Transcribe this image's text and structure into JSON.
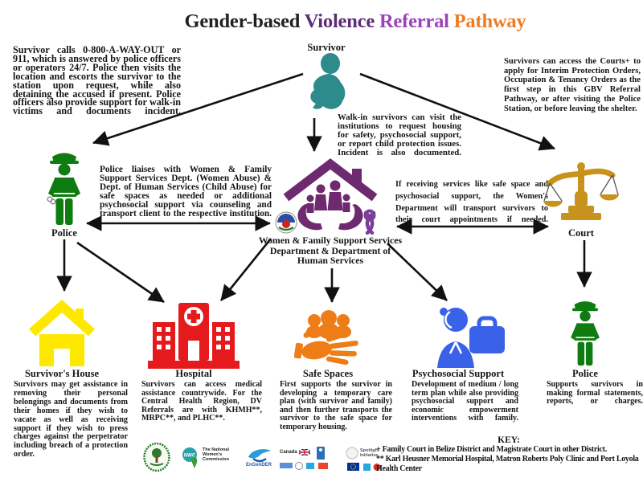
{
  "title": {
    "part1": "Gender-based ",
    "part2": "Violence ",
    "part3": "Referral ",
    "part4": "Pathway"
  },
  "colors": {
    "title_black": "#231f20",
    "title_violet": "#5b2d75",
    "title_purple": "#9a42b8",
    "title_orange": "#ee7c23",
    "survivor_teal": "#2e8b8b",
    "police_green": "#0e7c10",
    "center_purple": "#6e2a6e",
    "court_gold": "#c8921c",
    "house_yellow": "#ffe800",
    "hospital_red": "#e51a1c",
    "safe_orange": "#ee7d17",
    "psych_blue": "#3a62e8",
    "ribbon_purple": "#7a3f9b"
  },
  "annotations": {
    "survivor_calls": "Survivor calls 0-800-A-WAY-OUT or 911, which is answered by police officers or operators 24/7. Police then visits the location and escorts the survivor to the station upon request, while also detaining the accused if present. Police officers also provide support for walk-in victims and documents incident.",
    "courts_access": "Survivors can access the Courts+ to apply for Interim Protection Orders, Occupation & Tenancy Orders as the first step in this GBV Referral Pathway, or after visiting the Police Station, or before leaving the shelter.",
    "walk_in": "Walk-in survivors can visit the institutions to request housing for safety, psychosocial support, or report child protection issues. Incident is also documented.",
    "police_liaison": "Police liaises with Women & Family Support Services Dept. (Women Abuse) & Dept. of Human Services (Child Abuse) for safe spaces as needed or additional psychosocial support via counseling and transport client to the respective institution.",
    "court_transport": "If receiving services like safe space and psychosocial support, the Women's Department will transport survivors to their court appointments if needed."
  },
  "nodes": {
    "survivor": {
      "label": "Survivor"
    },
    "police_left": {
      "label": "Police"
    },
    "center": {
      "label": "Women & Family Support Services Department & Department of Human Services"
    },
    "court": {
      "label": "Court"
    },
    "survivors_house": {
      "label": "Survivor's House",
      "description": "Survivors may get assistance in removing their personal belongings and documents from their homes if they wish to vacate as well as receiving  support if they wish to press charges against the perpetrator including breach of a protection order."
    },
    "hospital": {
      "label": "Hospital",
      "description": "Survivors can access medical assistance countrywide. For the Central Health Region, DV Referrals are with KHMH**, MRPC**, and PLHC**."
    },
    "safe_spaces": {
      "label": "Safe Spaces",
      "description": "First supports the survivor in developing a temporary care plan (with survivor and family) and then further transports the survivor to the safe space for temporary housing."
    },
    "psychosocial": {
      "label": "Psychosocial Support",
      "description": "Development of medium / long term plan while also providing psychosocial support and economic empowerment interventions with family."
    },
    "police_right": {
      "label": "Police",
      "description": "Supports survivors in making formal statements, reports, or charges."
    }
  },
  "key": {
    "heading": "KEY:",
    "line1": "+ Family Court in Belize District and  Magistrate Court in other District.",
    "line2": "** Karl Heusner Memorial Hospital, Matron Roberts Poly Clinic  and Port Loyola Health  Center"
  },
  "logos": {
    "nwc": "The National Women's Commission",
    "engender": "EnGenDER",
    "canada": "Canada",
    "spotlight": "Spotlight Initiative"
  }
}
